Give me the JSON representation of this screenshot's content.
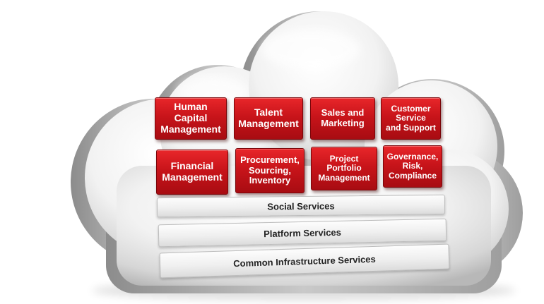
{
  "colors": {
    "tile_red": "#c8141a",
    "tile_text": "#ffffff",
    "band_text": "#222222",
    "cloud_light": "#f7f7f7",
    "cloud_shadow": "#9a9a9a"
  },
  "diagram": {
    "apps_row1": [
      "Human Capital\nManagement",
      "Talent\nManagement",
      "Sales and\nMarketing",
      "Customer\nService\nand Support"
    ],
    "apps_row2": [
      "Financial\nManagement",
      "Procurement,\nSourcing,\nInventory",
      "Project Portfolio\nManagement",
      "Governance,\nRisk,\nCompliance"
    ],
    "services": [
      "Social Services",
      "Platform Services",
      "Common Infrastructure Services"
    ]
  }
}
